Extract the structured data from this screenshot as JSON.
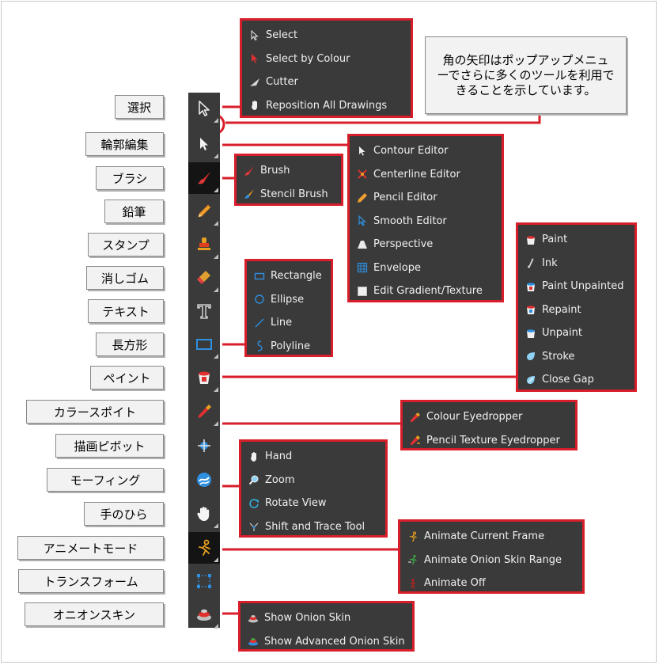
{
  "tool_labels": [
    "選択",
    "輪郭編集",
    "ブラシ",
    "鉛筆",
    "スタンプ",
    "消しゴム",
    "テキスト",
    "長方形",
    "ペイント",
    "カラースポイト",
    "描画ピボット",
    "モーフィング",
    "手のひら",
    "アニメートモード",
    "トランスフォーム",
    "オニオンスキン"
  ],
  "callout": {
    "text": "角の矢印はポップアップメニューでさらに多くのツールを利用できることを示しています。"
  },
  "menus": {
    "select": [
      "Select",
      "Select by Colour",
      "Cutter",
      "Reposition All Drawings"
    ],
    "contour": [
      "Contour Editor",
      "Centerline Editor",
      "Pencil Editor",
      "Smooth Editor",
      "Perspective",
      "Envelope",
      "Edit Gradient/Texture"
    ],
    "brush": [
      "Brush",
      "Stencil Brush"
    ],
    "paint": [
      "Paint",
      "Ink",
      "Paint Unpainted",
      "Repaint",
      "Unpaint",
      "Stroke",
      "Close Gap"
    ],
    "shape": [
      "Rectangle",
      "Ellipse",
      "Line",
      "Polyline"
    ],
    "eyedropper": [
      "Colour Eyedropper",
      "Pencil Texture Eyedropper"
    ],
    "hand": [
      "Hand",
      "Zoom",
      "Rotate View",
      "Shift and Trace Tool"
    ],
    "animate": [
      "Animate Current Frame",
      "Animate Onion Skin Range",
      "Animate Off"
    ],
    "onion": [
      "Show Onion Skin",
      "Show Advanced Onion Skin"
    ]
  },
  "colors": {
    "highlight": "#d81e2a",
    "toolbar": "#3a3a3a",
    "label_bg": "#f2f2f2",
    "accent_blue": "#2f8fe0",
    "accent_red": "#e03030"
  }
}
